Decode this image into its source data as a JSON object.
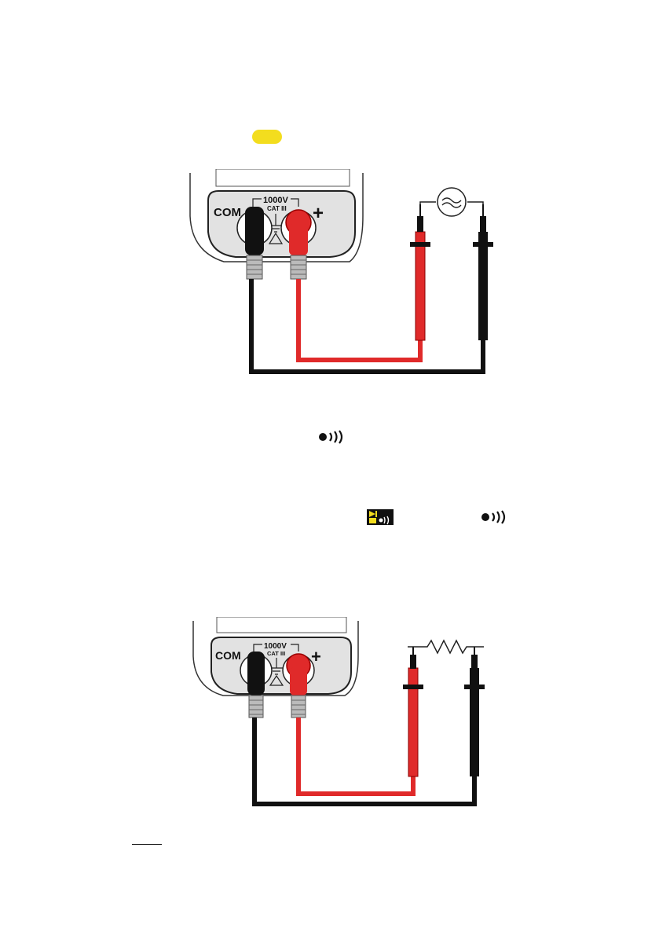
{
  "colors": {
    "accent_yellow": "#f3dd1e",
    "probe_red": "#e02a2a",
    "probe_black": "#111111",
    "panel_gray": "#e2e2e2"
  },
  "diagram_top": {
    "com_label": "COM",
    "plus_label": "+",
    "voltage_label": "1000V",
    "cat_label": "CAT III",
    "component": "ac-source-icon"
  },
  "diagram_bottom": {
    "com_label": "COM",
    "plus_label": "+",
    "voltage_label": "1000V",
    "cat_label": "CAT III",
    "component": "resistor-icon"
  },
  "icons": {
    "continuity": "continuity-beep-icon",
    "mode": "diode-ohm-continuity-mode-icon"
  }
}
